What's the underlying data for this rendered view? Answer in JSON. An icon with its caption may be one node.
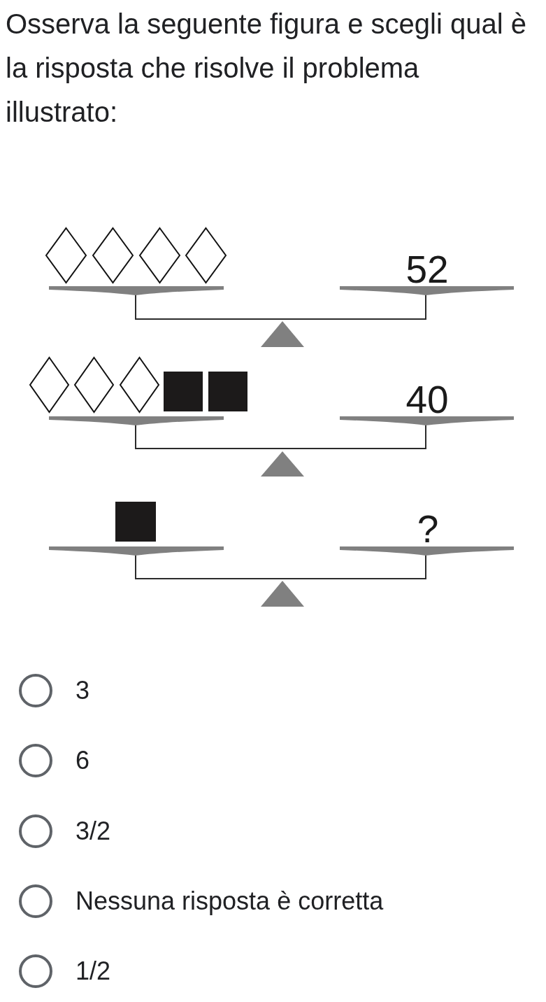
{
  "diagram": {
    "title": "Osserva la seguente figura e scegli qual è la risposta che risolve il problema illustrato:",
    "labels": [
      "52",
      "40",
      "?",
      "3",
      "6",
      "3/2",
      "Nessuna risposta è corretta",
      "1/2"
    ]
  }
}
